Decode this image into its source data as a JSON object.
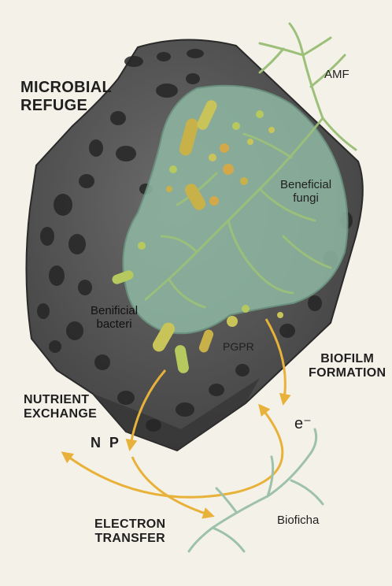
{
  "labels": {
    "title_line1": "MICROBIAL",
    "title_line2": "REFUGE",
    "amf": "AMF",
    "fungi_line1": "Beneficial",
    "fungi_line2": "fungi",
    "bacteria_line1": "Benificial",
    "bacteria_line2": "bacteri",
    "pgpr": "PGPR",
    "biofilm_line1": "BIOFILM",
    "biofilm_line2": "FORMATION",
    "nutrient_line1": "NUTRIENT",
    "nutrient_line2": "EXCHANGE",
    "np": "N  P",
    "electron_symbol": "e⁻",
    "electron_line1": "ELECTRON",
    "electron_line2": "TRANSFER",
    "biochar_label": "Bioficha"
  },
  "colors": {
    "background": "#f4f1e8",
    "char": "#5a5a5a",
    "char_dark": "#3a3a3a",
    "biofilm": "#8fb8a4",
    "hypha": "#9cc07a",
    "bacteria": "#b6c95e",
    "arrow": "#e8b23a"
  }
}
